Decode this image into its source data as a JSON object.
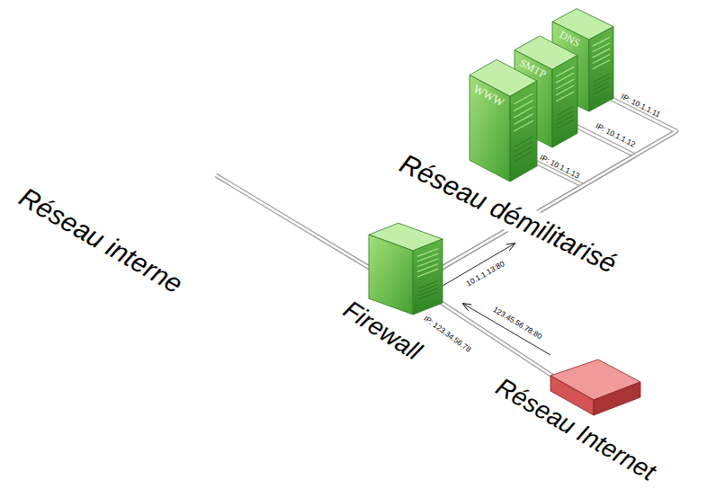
{
  "diagram": {
    "nodes": [
      {
        "text": [
          "Réseau interne"
        ]
      },
      {
        "text": [
          "Firewall",
          "IP: 123.34.56.78"
        ]
      },
      {
        "text": [
          "Réseau démilitarisé"
        ]
      },
      {
        "text": [
          "WWW",
          "IP: 10.1.1.13"
        ],
        "in": 2
      },
      {
        "text": [
          "SMTP",
          "IP: 10.1.1.12"
        ],
        "in": 2
      },
      {
        "text": [
          "DNS",
          "IP: 10.1.1.11"
        ],
        "in": 2
      },
      {
        "text": [
          "Réseau Internet"
        ]
      }
    ],
    "edges": [
      {
        "from": 0,
        "to": 1,
        "arrow": "none"
      },
      {
        "from": 1,
        "to": 3,
        "arrow": "none"
      },
      {
        "from": 1,
        "to": 4,
        "arrow": "none"
      },
      {
        "from": 1,
        "to": 5,
        "arrow": "none"
      },
      {
        "from": 1,
        "to": 6,
        "arrow": "none"
      }
    ],
    "labels": [
      "10.1.1.13:80",
      "123.45.56.78:80"
    ]
  }
}
